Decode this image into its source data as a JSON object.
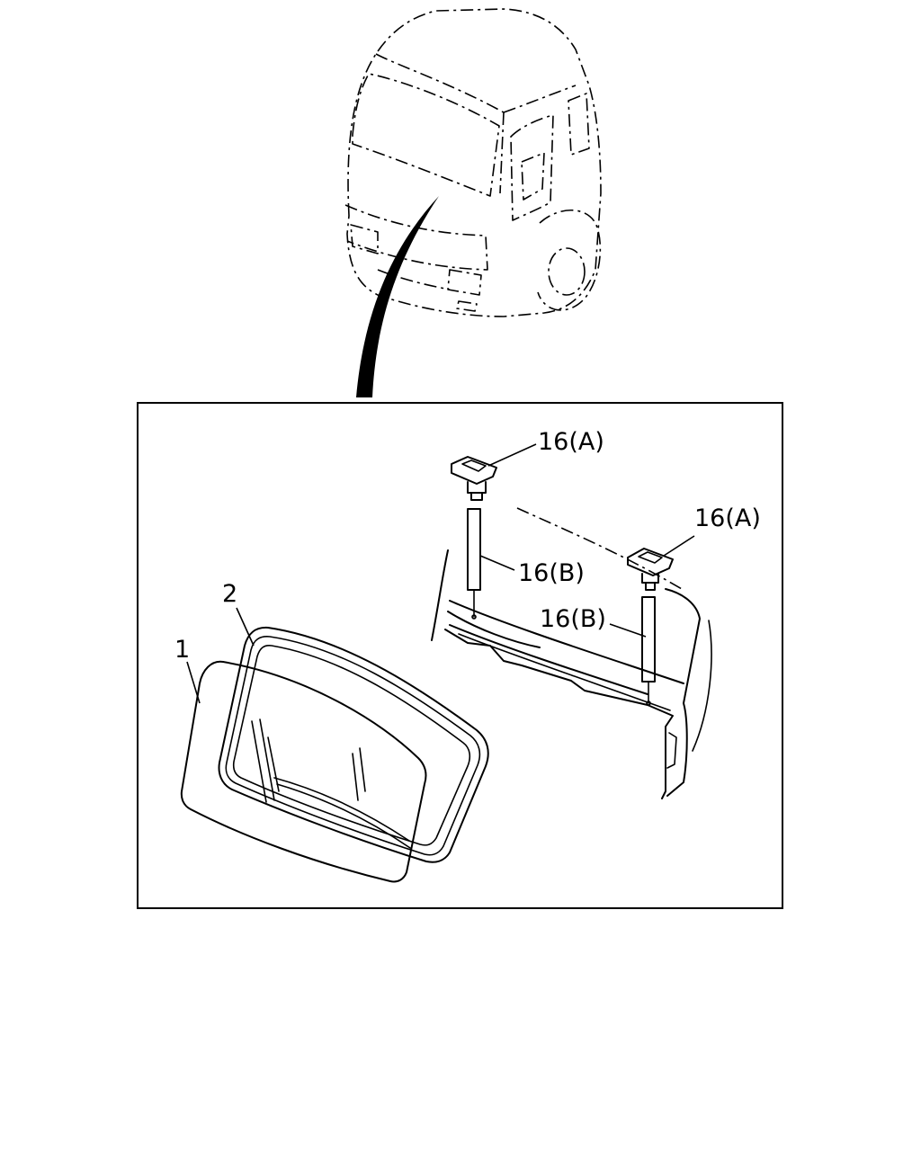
{
  "callouts": [
    {
      "id": "glass",
      "label": "1"
    },
    {
      "id": "weatherstrip",
      "label": "2"
    },
    {
      "id": "clip-left-a",
      "label": "16(A)"
    },
    {
      "id": "clip-right-a",
      "label": "16(A)"
    },
    {
      "id": "pin-left-b",
      "label": "16(B)"
    },
    {
      "id": "pin-right-b",
      "label": "16(B)"
    }
  ],
  "colors": {
    "line": "#000000",
    "background": "#ffffff"
  }
}
